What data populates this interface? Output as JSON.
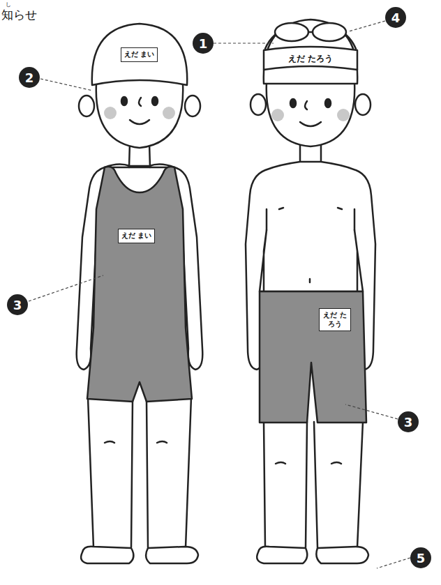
{
  "diagram": {
    "nodes": [
      {
        "text": [
          "1"
        ]
      },
      {
        "text": [
          "4"
        ]
      },
      {
        "text": [
          "えだ まい"
        ]
      },
      {
        "text": [
          "2"
        ]
      },
      {
        "text": [
          "えだ まい"
        ]
      },
      {
        "text": [
          "3"
        ]
      },
      {
        "text": [
          "えだ たろう"
        ]
      },
      {
        "text": [
          "3"
        ]
      },
      {
        "text": [
          "5"
        ]
      }
    ],
    "labels": [
      "し",
      "知らせ",
      "えだ たろう"
    ]
  }
}
